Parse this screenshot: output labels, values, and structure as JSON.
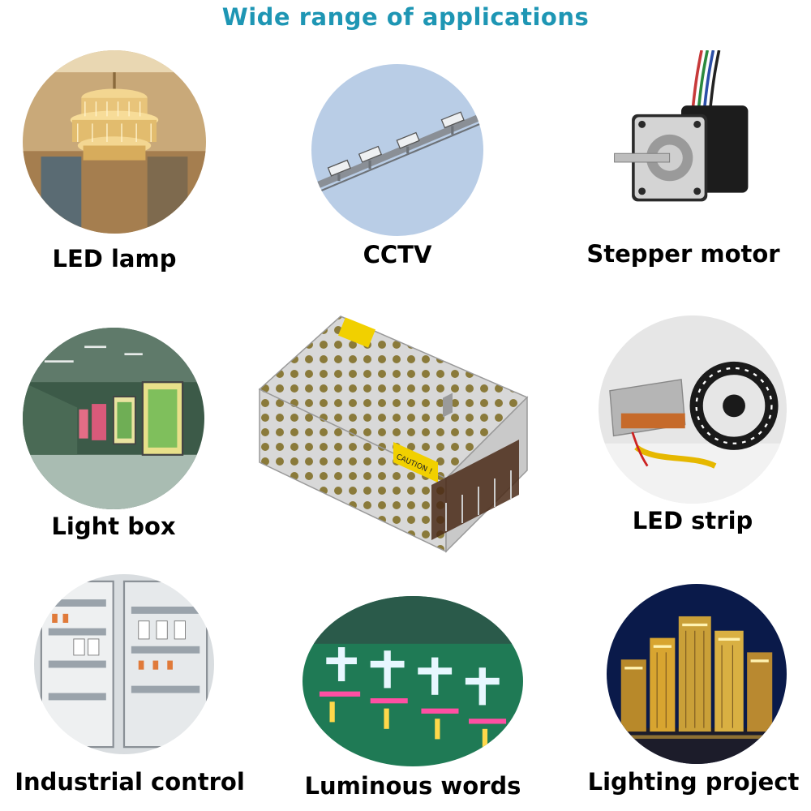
{
  "header": {
    "title": "Wide range of applications"
  },
  "colors": {
    "title": "#1e96b4",
    "label": "#000000"
  },
  "applications": [
    {
      "label": "LED lamp",
      "icon": "chandelier-icon"
    },
    {
      "label": "CCTV",
      "icon": "cctv-camera-icon"
    },
    {
      "label": "Stepper motor",
      "icon": "stepper-motor-icon"
    },
    {
      "label": "Light box",
      "icon": "light-box-icon"
    },
    {
      "label": "LED strip",
      "icon": "led-strip-icon"
    },
    {
      "label": "Industrial control",
      "icon": "control-cabinet-icon"
    },
    {
      "label": "Luminous words",
      "icon": "luminous-sign-icon"
    },
    {
      "label": "Lighting project",
      "icon": "lit-buildings-icon"
    }
  ],
  "product": {
    "name": "switching-power-supply",
    "warning_label": "CAUTION !"
  }
}
